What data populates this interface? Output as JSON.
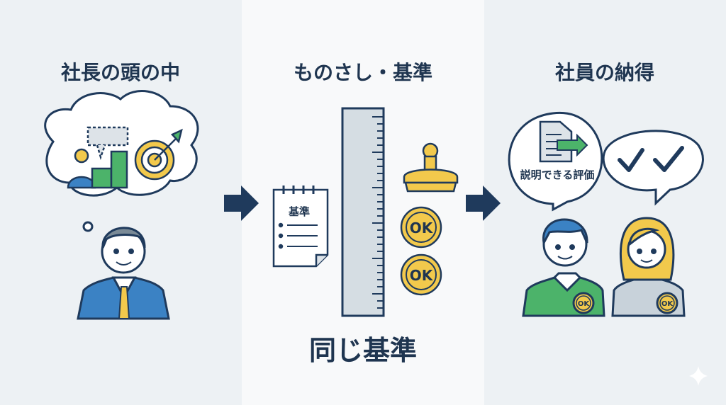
{
  "panels": [
    {
      "title": "社長の頭の中"
    },
    {
      "title": "ものさし・基準",
      "caption": "同じ基準",
      "memo_label": "基準",
      "stamps": [
        "OK",
        "OK"
      ]
    },
    {
      "title": "社員の納得",
      "bubble_text": "説明できる評価",
      "badges": [
        "OK",
        "OK"
      ]
    }
  ],
  "colors": {
    "navy": "#1f3a5c",
    "blue": "#3b82c4",
    "green": "#4cb36a",
    "yellow": "#f2c94c",
    "gray": "#d5dde3"
  }
}
